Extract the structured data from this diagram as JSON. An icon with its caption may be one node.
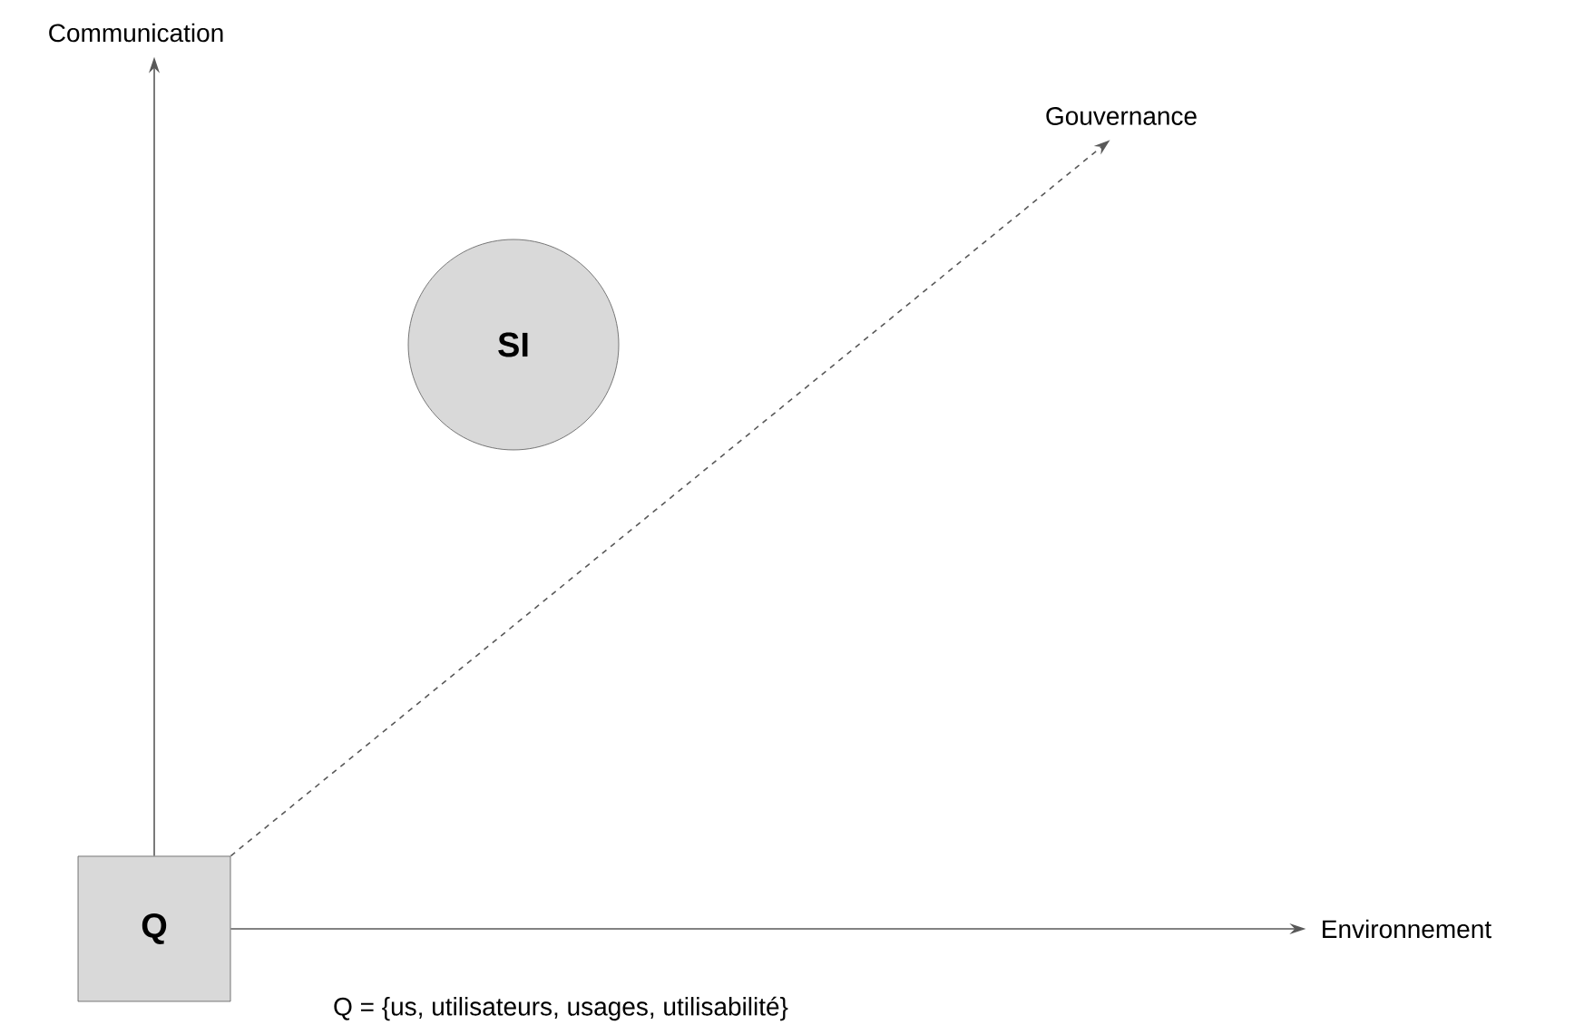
{
  "diagram": {
    "nodes": [
      {
        "text": [
          "Q"
        ]
      },
      {
        "text": [
          "SI"
        ]
      },
      {
        "text": [
          "Communication"
        ]
      },
      {
        "text": [
          "Gouvernance"
        ]
      },
      {
        "text": [
          "Environnement"
        ]
      }
    ],
    "edges": [
      {
        "from": 0,
        "to": 2,
        "arrow": "to"
      },
      {
        "from": 0,
        "to": 3,
        "arrow": "to",
        "style": "dashed"
      },
      {
        "from": 0,
        "to": 4,
        "arrow": "to"
      }
    ],
    "labels": [
      "Q = {us, utilisateurs, usages, utilisabilité}"
    ]
  }
}
